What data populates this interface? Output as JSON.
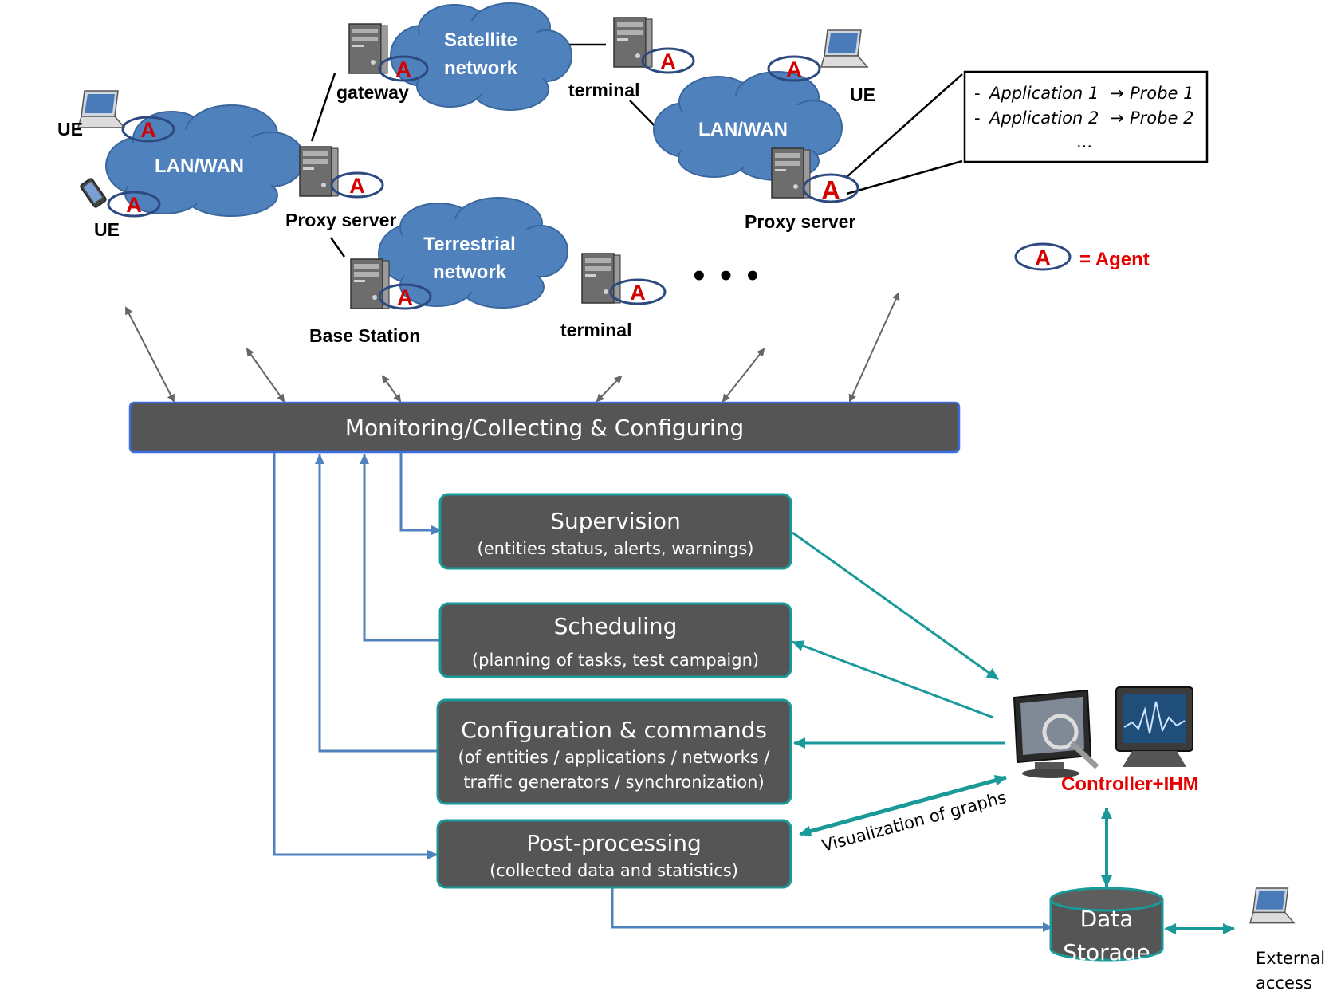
{
  "clouds": {
    "lan_wan_left": "LAN/WAN",
    "lan_wan_right": "LAN/WAN",
    "satellite": [
      "Satellite",
      "network"
    ],
    "terrestrial": [
      "Terrestrial",
      "network"
    ]
  },
  "labels": {
    "ue_top_left": "UE",
    "ue_bottom_left": "UE",
    "ue_right": "UE",
    "gateway": "gateway",
    "terminal_sat": "terminal",
    "terminal_terr": "terminal",
    "proxy_left": "Proxy server",
    "proxy_right": "Proxy server",
    "base_station": "Base Station",
    "ellipsis": "• • •"
  },
  "agent": {
    "letter": "A",
    "legend": "= Agent"
  },
  "probe_box": {
    "lines": [
      "Application 1",
      "Application 2"
    ],
    "probes": [
      "Probe 1",
      "Probe 2"
    ],
    "dash": "-",
    "more": "..."
  },
  "boxes": {
    "monitoring": "Monitoring/Collecting & Configuring",
    "supervision": {
      "title": "Supervision",
      "sub": "(entities status, alerts, warnings)"
    },
    "scheduling": {
      "title": "Scheduling",
      "sub": "(planning of tasks, test campaign)"
    },
    "configuration": {
      "title": "Configuration & commands",
      "sub1": "(of entities / applications / networks /",
      "sub2": "traffic generators / synchronization)"
    },
    "postprocessing": {
      "title": "Post-processing",
      "sub": "(collected data and statistics)"
    }
  },
  "controller": "Controller+IHM",
  "visualization": "Visualization of graphs",
  "storage": [
    "Data",
    "Storage"
  ],
  "external": [
    "External",
    "access"
  ],
  "colors": {
    "cloud": "#4f81bd",
    "box": "#555555",
    "teal": "#1a9999",
    "blue_line": "#4f81bd",
    "agent_red": "#d40000",
    "controller_red": "#e60000"
  }
}
